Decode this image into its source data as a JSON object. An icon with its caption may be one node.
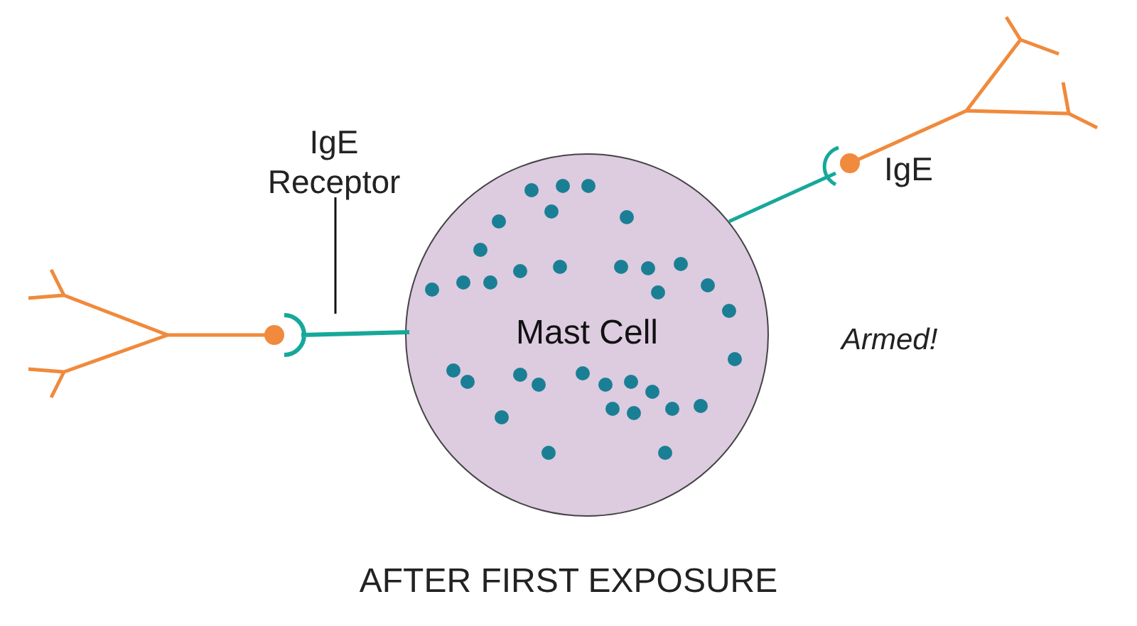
{
  "diagram": {
    "caption": "AFTER FIRST EXPOSURE",
    "nodes": [
      {
        "text": [
          "Mast Cell"
        ]
      },
      {
        "text": [
          "IgE Receptor"
        ]
      },
      {
        "text": [],
        "shape": "bar"
      }
    ],
    "edges": [
      {
        "from": 1,
        "to": 2,
        "arrow": "none"
      }
    ],
    "labels": [
      "IgE",
      "Armed!"
    ]
  }
}
